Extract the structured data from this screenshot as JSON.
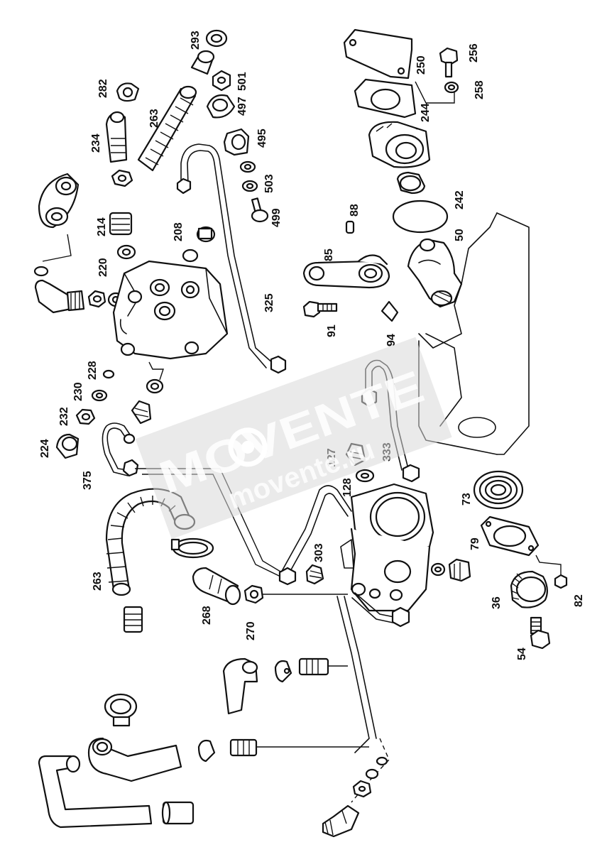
{
  "watermark": {
    "brand": "MOVENTE",
    "domain": "movente.ru",
    "color": "#c8c8c8"
  },
  "part_labels": {
    "p293": "293",
    "p282": "282",
    "p263a": "263",
    "p234": "234",
    "p501": "501",
    "p497": "497",
    "p495": "495",
    "p503": "503",
    "p499": "499",
    "p214": "214",
    "p208": "208",
    "p220": "220",
    "p325": "325",
    "p228": "228",
    "p230": "230",
    "p232": "232",
    "p224": "224",
    "p375": "375",
    "p250": "250",
    "p256": "256",
    "p258": "258",
    "p244": "244",
    "p242": "242",
    "p50": "50",
    "p88": "88",
    "p85": "85",
    "p91": "91",
    "p94": "94",
    "p127": "127",
    "p128": "128",
    "p333": "333",
    "p73": "73",
    "p79": "79",
    "p82": "82",
    "p36": "36",
    "p54": "54",
    "p303": "303",
    "p263b": "263",
    "p268": "268",
    "p270": "270"
  }
}
